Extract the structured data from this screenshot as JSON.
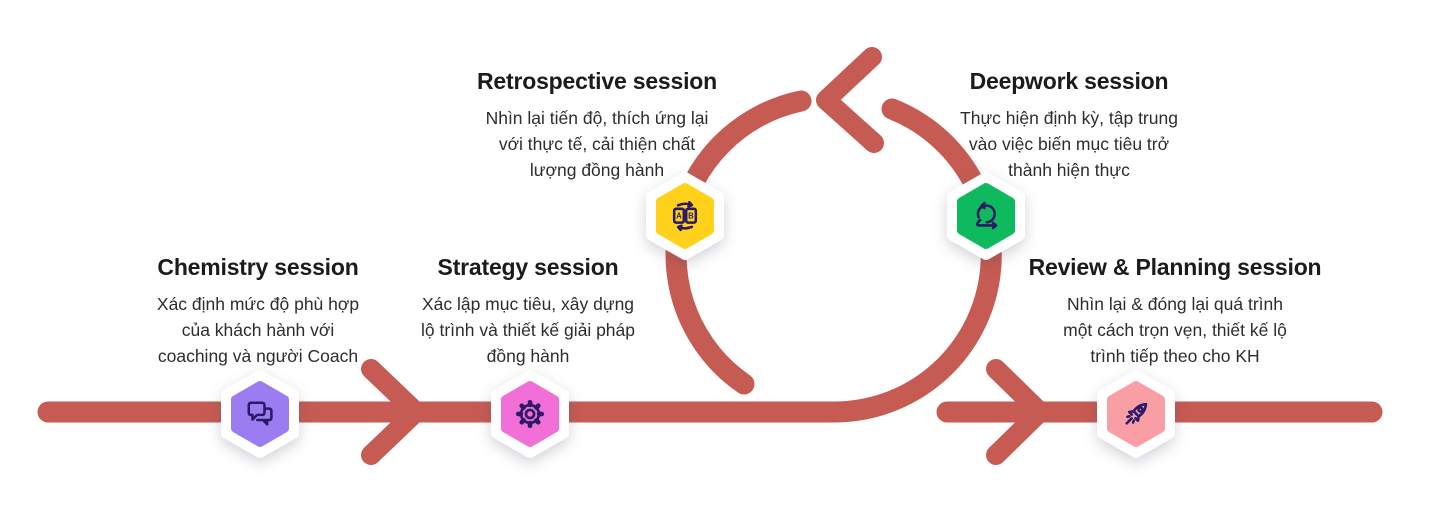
{
  "colors": {
    "flow": "#c65b53",
    "icon_stroke": "#2b1b66",
    "heading": "#1b1b1b",
    "body_text": "#2d2d2d"
  },
  "sessions": [
    {
      "name": "Chemistry session",
      "description": "Xác định mức độ phù hợp\ncủa khách hành với\ncoaching và người Coach",
      "color": "#9b7cf1",
      "icon": "chat-icon"
    },
    {
      "name": "Strategy session",
      "description": "Xác lập mục tiêu, xây dựng\nlộ trình và thiết kế giải pháp\nđồng hành",
      "color": "#f26fd7",
      "icon": "gear-icon"
    },
    {
      "name": "Retrospective session",
      "description": "Nhìn lại tiến độ, thích ứng lại\nvới thực tế, cải thiện chất\nlượng đồng hành",
      "color": "#ffd11a",
      "icon": "ab-compare-icon",
      "icon_letters": [
        "A",
        "B"
      ]
    },
    {
      "name": "Deepwork session",
      "description": "Thực hiện định kỳ, tập trung\nvào việc biến mục tiêu trở\nthành hiện thực",
      "color": "#0fba5e",
      "icon": "agile-loop-icon"
    },
    {
      "name": "Review & Planning session",
      "description": "Nhìn lại & đóng lại quá trình\nmột cách trọn vẹn, thiết kế lộ\ntrình tiếp theo cho KH",
      "color": "#f99ea5",
      "icon": "rocket-icon"
    }
  ]
}
